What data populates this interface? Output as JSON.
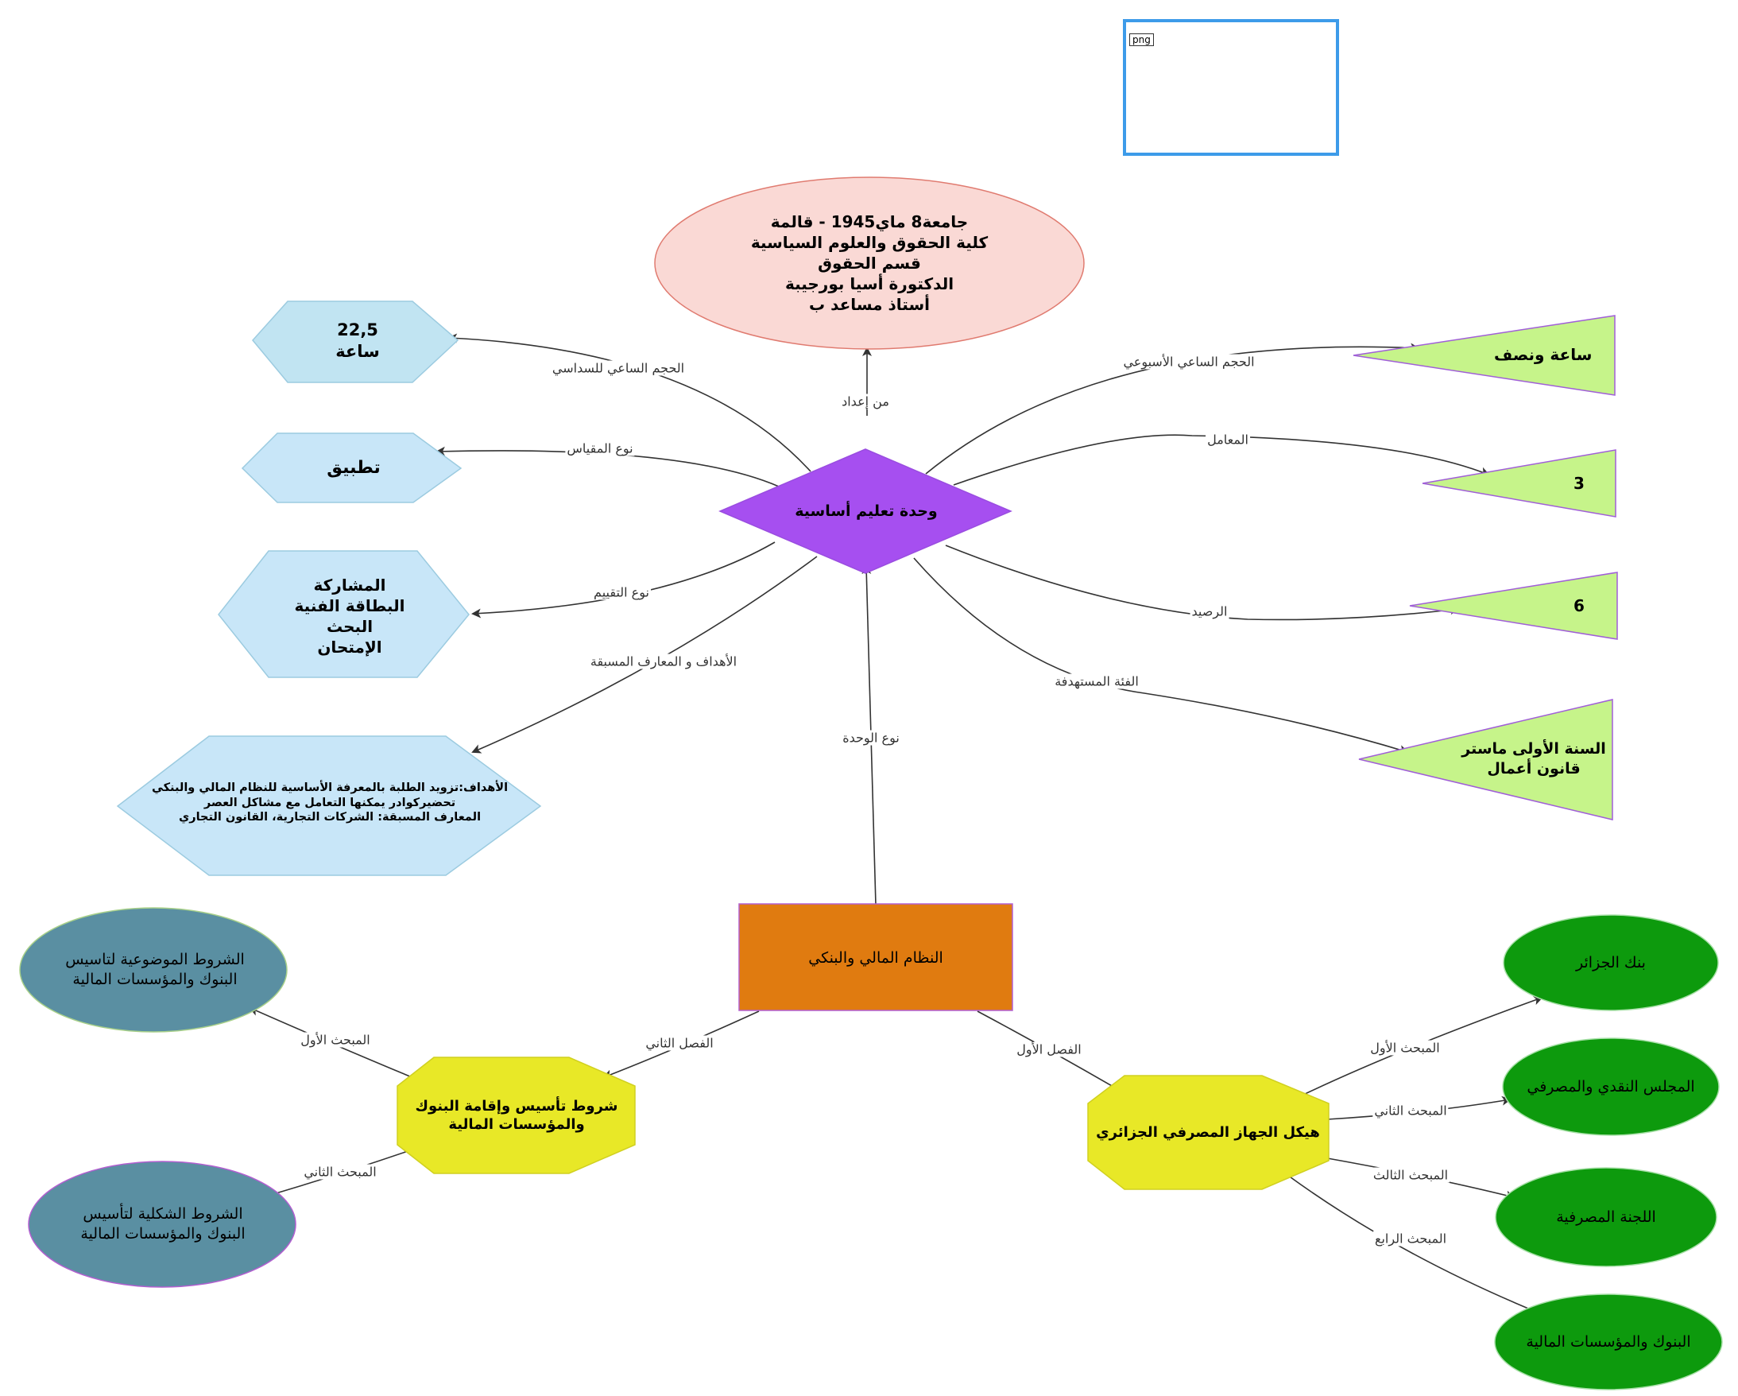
{
  "logo": {
    "tag": "png",
    "caption": "جامعة 8 ماي 1945 قالمة",
    "colors": {
      "green": "#1e8a3c",
      "red": "#d8262b",
      "olive": "#8a7a1a"
    }
  },
  "nodes": {
    "university": {
      "lines": [
        "جامعة8  ماي1945 - قالمة",
        "كلية الحقوق والعلوم السياسية",
        "قسم الحقوق",
        "الدكتورة أسيا بورجيبة",
        "أستاذ مساعد ب"
      ],
      "fill": "#fad9d5",
      "stroke": "#e07b70"
    },
    "unit_type": {
      "label": "وحدة تعليم أساسية",
      "fill": "#a64ff0",
      "stroke": "#9a4de0"
    },
    "hours_semester": {
      "lines": [
        "22,5",
        "ساعة"
      ],
      "fill": "#c1e4f2",
      "stroke": "#9ccbe0"
    },
    "scale_type": {
      "label": "تطبيق",
      "fill": "#c8e6f8",
      "stroke": "#9ccbe0"
    },
    "evaluation": {
      "lines": [
        "المشاركة",
        "البطاقة الفنية",
        "البحث",
        "الإمتحان"
      ],
      "fill": "#c8e6f8",
      "stroke": "#9ccbe0"
    },
    "objectives": {
      "lines": [
        "الأهداف:تزويد الطلبة بالمعرفة الأساسية للنظام المالي والبنكي",
        "تحضيركوادر يمكنها التعامل مع مشاكل العصر",
        "المعارف المسبقة: الشركات التجارية، القانون التجاري"
      ],
      "fill": "#c8e6f8",
      "stroke": "#9ccbe0"
    },
    "weekly_hours": {
      "label": "ساعة ونصف",
      "fill": "#c6f48a",
      "stroke": "#a05fd8"
    },
    "coefficient": {
      "label": "3",
      "fill": "#c6f48a",
      "stroke": "#a05fd8"
    },
    "credits": {
      "label": "6",
      "fill": "#c6f48a",
      "stroke": "#a05fd8"
    },
    "target_group": {
      "lines": [
        "السنة الأولى ماستر",
        "قانون أعمال"
      ],
      "fill": "#c6f48a",
      "stroke": "#a05fd8"
    },
    "course": {
      "label": "النظام المالي والبنكي",
      "fill": "#e07b10",
      "stroke": "#b25fd0"
    },
    "chapter2": {
      "lines": [
        "شروط تأسيس وإقامة البنوك",
        "والمؤسسات المالية"
      ],
      "fill": "#e8e827",
      "stroke": "#d0d020"
    },
    "chapter1": {
      "label": "هيكل الجهاز المصرفي الجزائري",
      "fill": "#e8e827",
      "stroke": "#d0d020"
    },
    "objective_conditions": {
      "lines": [
        "الشروط الموضوعية لتاسيس",
        "البنوك والمؤسسات المالية"
      ],
      "fill": "#5a8fa2",
      "stroke": "#a8d08a"
    },
    "formal_conditions": {
      "lines": [
        "الشروط الشكلية لتأسيس",
        "البنوك والمؤسسات المالية"
      ],
      "fill": "#5a8fa2",
      "stroke": "#b25fd0"
    },
    "bank_algeria": {
      "label": "بنك الجزائر",
      "fill": "#0d9a0d",
      "stroke": "#a8e0a8"
    },
    "council": {
      "label": "المجلس النقدي والمصرفي",
      "fill": "#0d9a0d",
      "stroke": "#a8e0a8"
    },
    "commission": {
      "label": "اللجنة المصرفية",
      "fill": "#0d9a0d",
      "stroke": "#a8e0a8"
    },
    "banks_institutions": {
      "label": "البنوك والمؤسسات المالية",
      "fill": "#0d9a0d",
      "stroke": "#a8e0a8"
    }
  },
  "edges": {
    "prepared_by": "من إعداد",
    "semester_hours": "الحجم الساعي للسداسي",
    "scale_type": "نوع المقياس",
    "evaluation_type": "نوع التقييم",
    "objectives": "الأهداف و المعارف المسبقة",
    "weekly_hours": "الحجم الساعي الأسبوعي",
    "coefficient": "المعامل",
    "credits": "الرصيد",
    "target_group": "الفئة المستهدفة",
    "unit_type": "نوع الوحدة",
    "chapter2": "الفصل الثاني",
    "chapter1": "الفصل الأول",
    "section1_left": "المبحث الأول",
    "section2_left": "المبحث الثاني",
    "section1_right": "المبحث الأول",
    "section2_right": "المبحث الثاني",
    "section3_right": "المبحث الثالث",
    "section4_right": "المبحث الرابع"
  }
}
